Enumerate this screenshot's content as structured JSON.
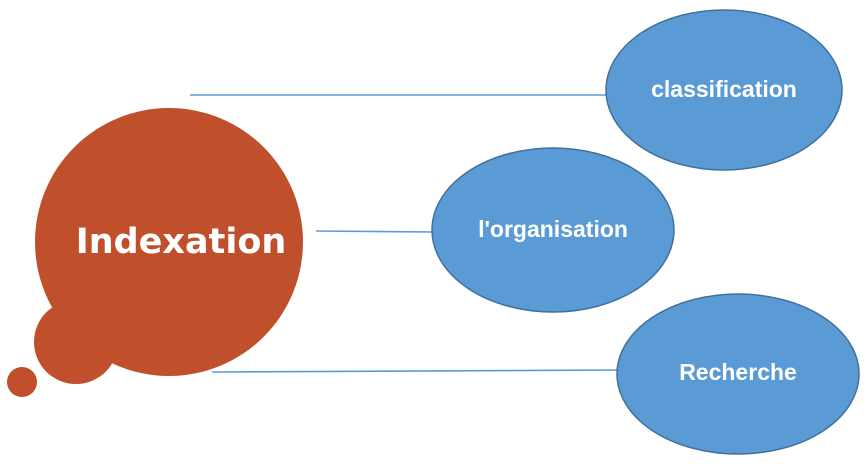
{
  "diagram": {
    "main": {
      "label": "Indexation",
      "color": "#c0502b"
    },
    "nodes": [
      {
        "label": "classification"
      },
      {
        "label": "l'organisation"
      },
      {
        "label": "Recherche"
      }
    ],
    "node_fill": "#5b9bd5",
    "node_outline": "#41719c",
    "connector_color": "#5b9bd5",
    "text_color": "#ffffff"
  }
}
